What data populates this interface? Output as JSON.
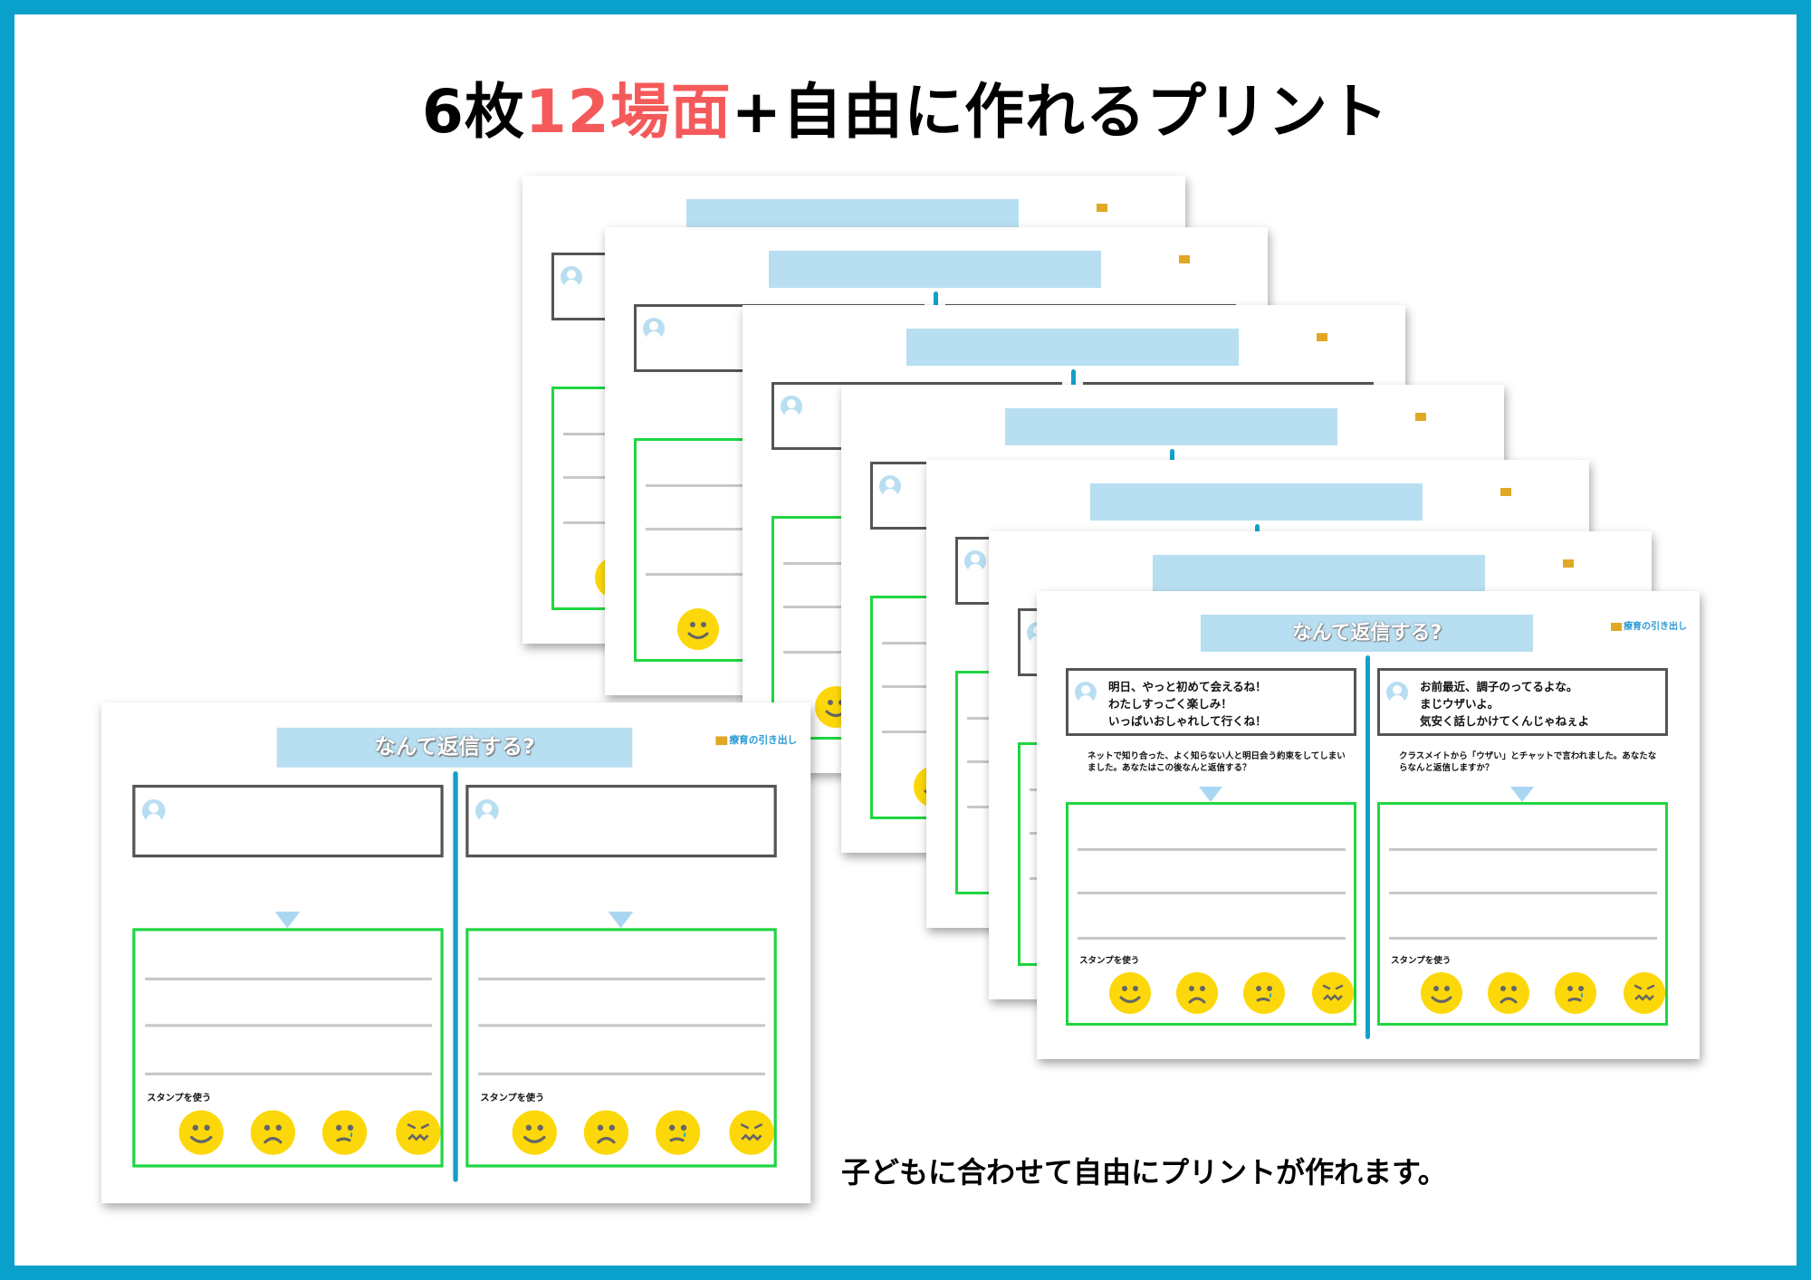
{
  "headline": {
    "part1": "6枚",
    "highlight": "12場面",
    "part2": "+自由に作れるプリント"
  },
  "caption": "子どもに合わせて自由にプリントが作れます。",
  "colors": {
    "border": "#0aa0cc",
    "highlight": "#f55a5a",
    "title_bar": "#b8def2",
    "answer_border": "#1fd641",
    "divider": "#14a0c8",
    "emoji": "#fcd80a"
  },
  "worksheet": {
    "title": "なんて返信する?",
    "logo": "療育の引き出し",
    "stamp_label": "スタンプを使う",
    "emojis": [
      "smile-icon",
      "sad-icon",
      "crying-icon",
      "angry-icon"
    ],
    "scenarios": [
      {
        "message": [
          "明日、やっと初めて会えるね！",
          "わたしすっごく楽しみ！",
          "いっぱいおしゃれして行くね！"
        ],
        "description": "ネットで知り合った、よく知らない人と明日会う約束をしてしまいました。あなたはこの後なんと返信する？"
      },
      {
        "message": [
          "お前最近、調子のってるよな。",
          "まじウザいよ。",
          "気安く話しかけてくんじゃねぇよ"
        ],
        "description": "クラスメイトから「ウザい」とチャットで言われました。あなたならなんと返信しますか？"
      }
    ]
  }
}
